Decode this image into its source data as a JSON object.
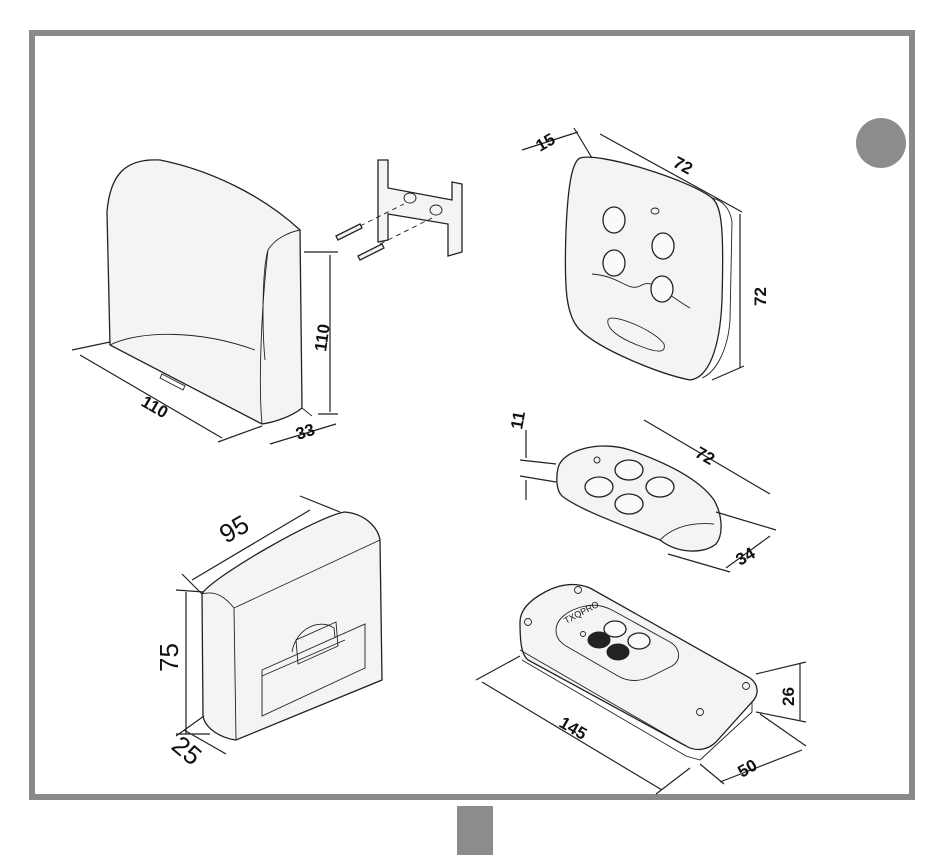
{
  "dimensions": {
    "receiver_width": "110",
    "receiver_height": "110",
    "receiver_depth": "33",
    "wall_tx_depth": "15",
    "wall_tx_width": "72",
    "wall_tx_height": "72",
    "keyfob_thickness": "11",
    "keyfob_length": "72",
    "keyfob_width": "34",
    "small_box_width": "95",
    "small_box_height": "75",
    "small_box_depth": "25",
    "desk_tx_length": "145",
    "desk_tx_height": "26",
    "desk_tx_width": "50"
  },
  "labels": {
    "desk_tx_brand": "TXQPRO"
  },
  "colors": {
    "frame": "#8a8a8a",
    "marker": "#8c8c8c"
  }
}
